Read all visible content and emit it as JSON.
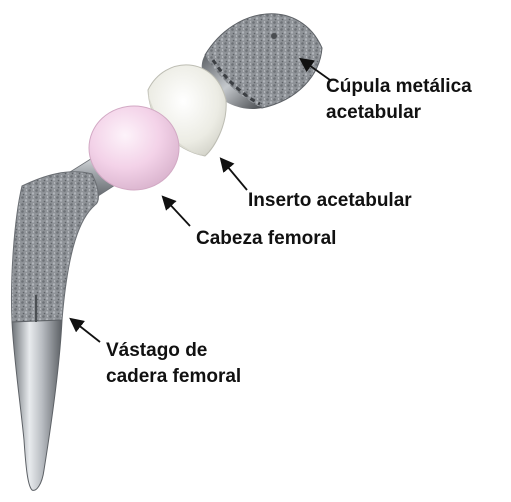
{
  "labels": {
    "cup": {
      "line1": "Cúpula metálica",
      "line2": "acetabular"
    },
    "insert": "Inserto acetabular",
    "head": "Cabeza femoral",
    "stem": {
      "line1": "Vástago de",
      "line2": "cadera femoral"
    }
  },
  "colors": {
    "text": "#111111",
    "arrow": "#111111",
    "metal": "#9a9ea3",
    "insert": "#f1f1ea",
    "head": "#f3d7ea"
  }
}
